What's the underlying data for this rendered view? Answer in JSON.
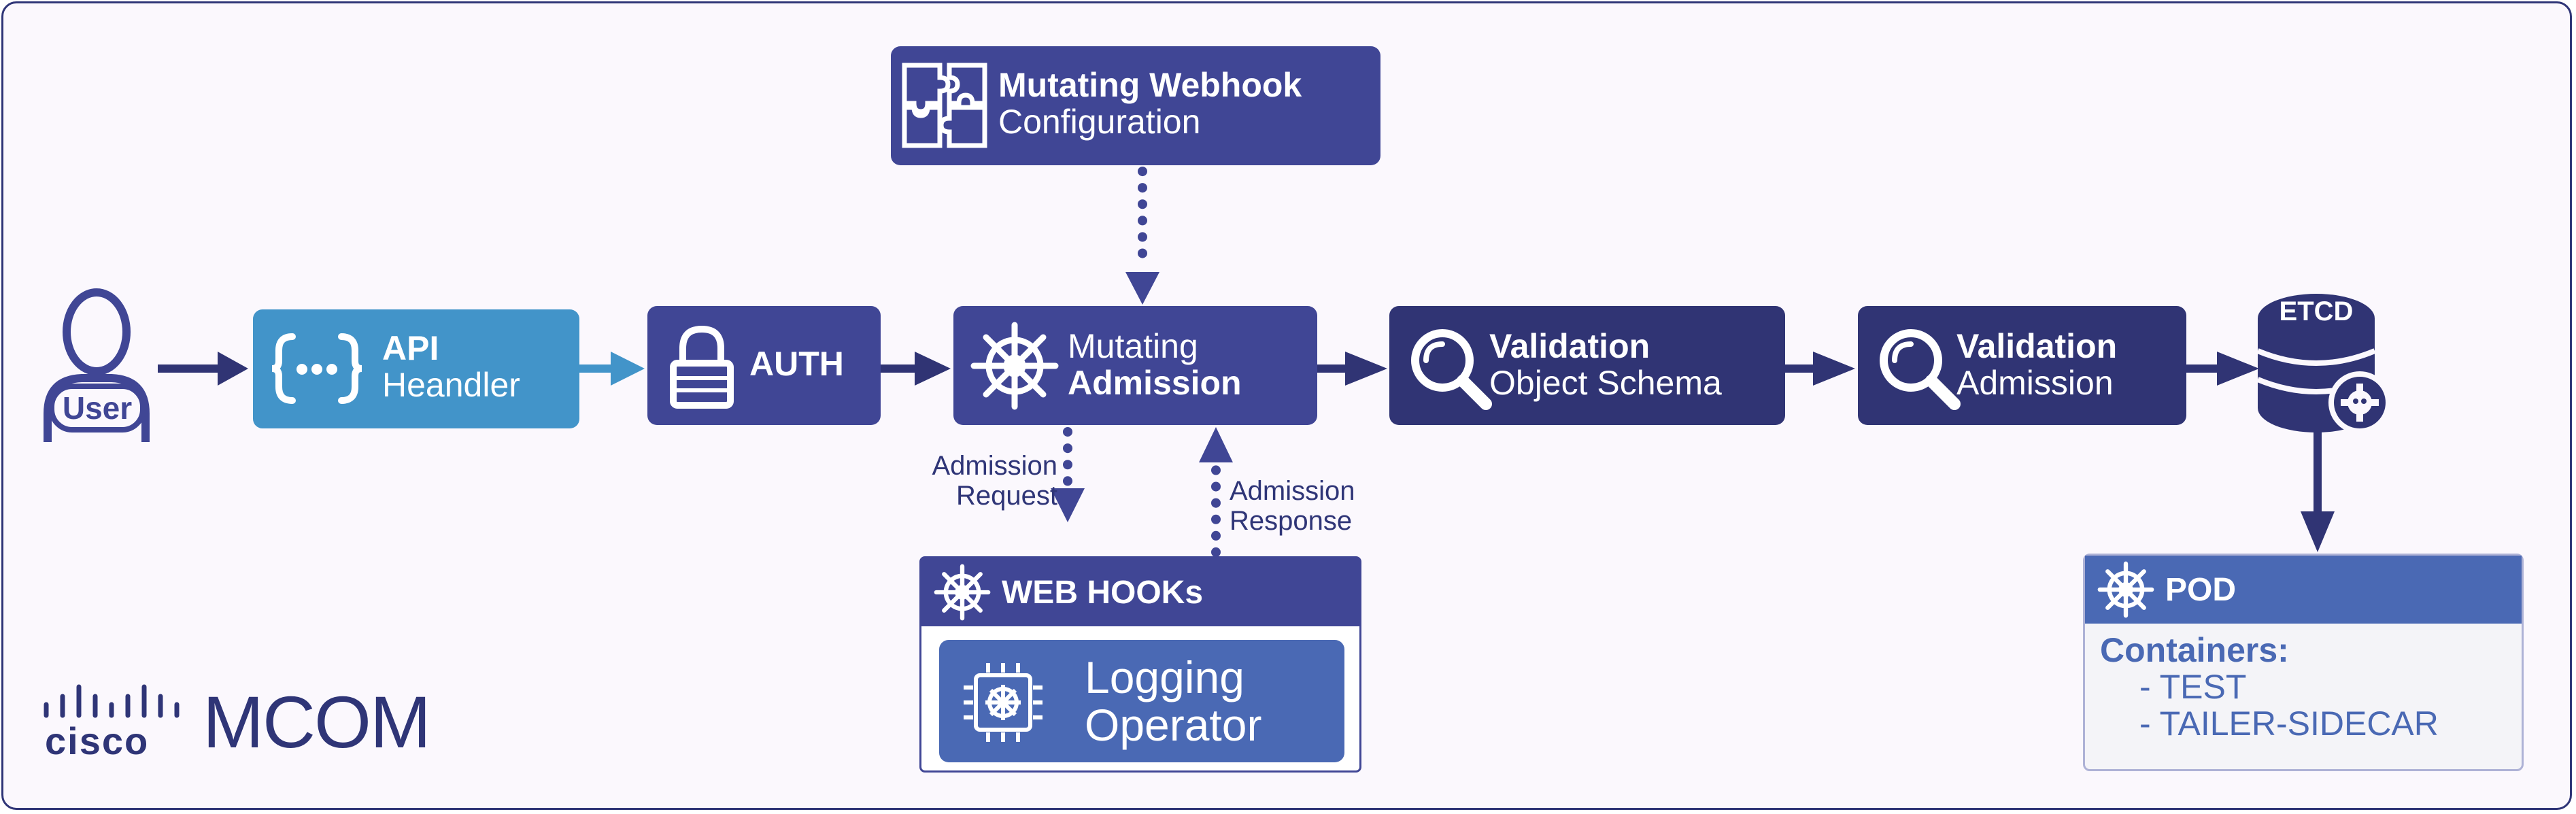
{
  "nodes": {
    "user": {
      "label": "User"
    },
    "api": {
      "title": "API",
      "subtitle": "Heandler"
    },
    "auth": {
      "title": "AUTH"
    },
    "mutating_webhook_config": {
      "title": "Mutating Webhook",
      "subtitle": "Configuration"
    },
    "mutating_admission": {
      "line1": "Mutating",
      "line2": "Admission"
    },
    "validation_schema": {
      "title": "Validation",
      "subtitle": "Object Schema"
    },
    "validation_admission": {
      "title": "Validation",
      "subtitle": "Admission"
    },
    "etcd": {
      "label": "ETCD"
    },
    "webhooks": {
      "title": "WEB HOOKs",
      "operator_line1": "Logging",
      "operator_line2": "Operator"
    },
    "pod": {
      "title": "POD",
      "containers_label": "Containers:",
      "containers": [
        "- TEST",
        "- TAILER-SIDECAR"
      ]
    }
  },
  "edges": {
    "admission_request": {
      "line1": "Admission",
      "line2": "Request"
    },
    "admission_response": {
      "line1": "Admission",
      "line2": "Response"
    }
  },
  "brand": {
    "logo_text": "cisco",
    "name": "MCOM"
  },
  "colors": {
    "navy": "#303474",
    "indigo": "#404695",
    "blue": "#4294c9",
    "pod_blue": "#4a69b4",
    "background": "#fbf8fd"
  },
  "icons": {
    "user": "person-outline-icon",
    "api": "curly-braces-icon",
    "auth": "padlock-icon",
    "webhook_config": "puzzle-pieces-icon",
    "mutating": "kubernetes-helm-icon",
    "validation": "magnifier-icon",
    "etcd": "database-gear-icon",
    "operator": "chip-helm-icon"
  }
}
